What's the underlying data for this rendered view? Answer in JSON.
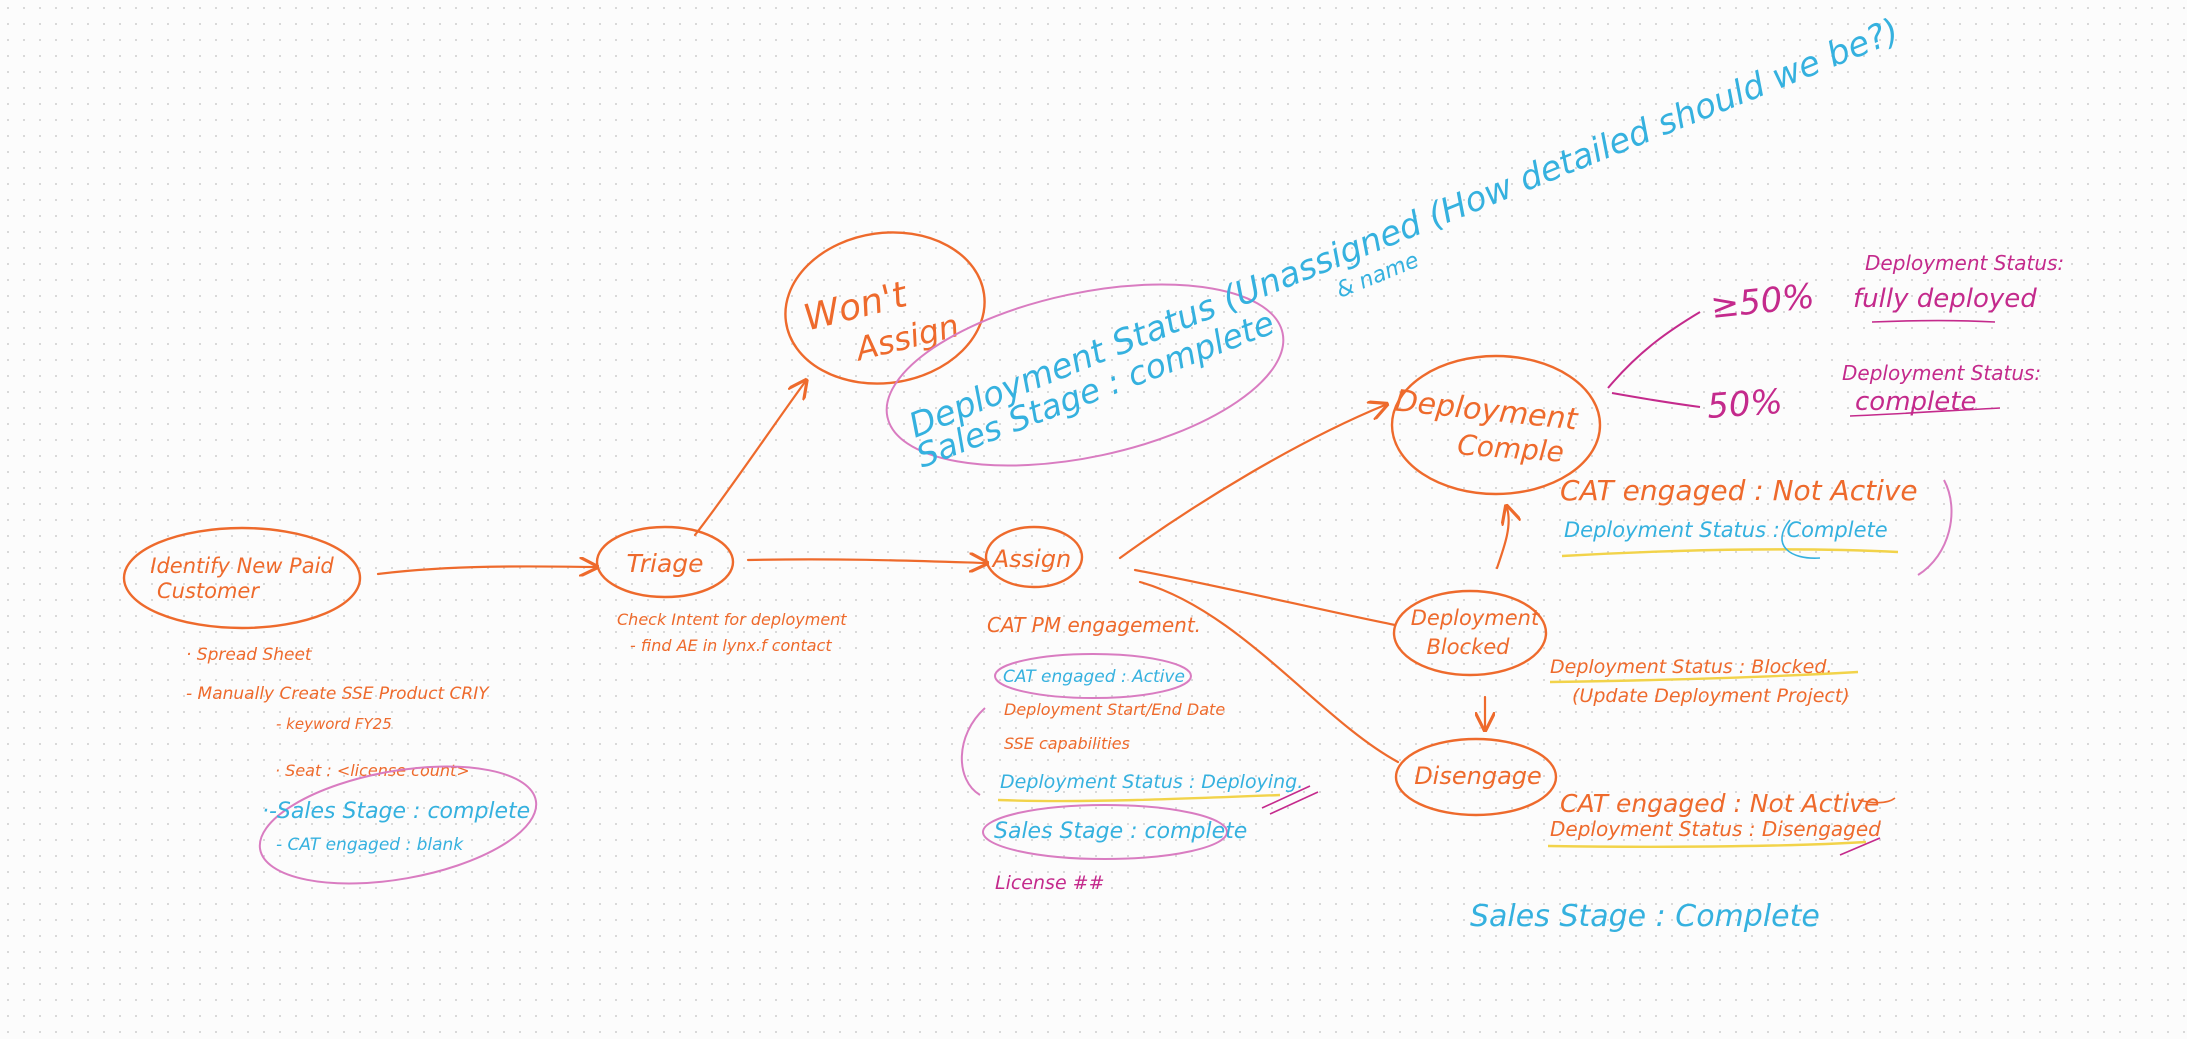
{
  "colors": {
    "orange": "#ee6a2c",
    "blue": "#35b1df",
    "pink": "#d97cc1",
    "magenta": "#c42a8c",
    "highlight": "#f2d34a"
  },
  "nodes": {
    "identify": {
      "line1": "Identify New Paid",
      "line2": "Customer"
    },
    "triage": {
      "label": "Triage"
    },
    "wont_assign": {
      "line1": "Won't",
      "line2": "Assign"
    },
    "assign": {
      "label": "Assign"
    },
    "deploy_complete": {
      "line1": "Deployment",
      "line2": "Comple"
    },
    "deploy_blocked": {
      "line1": "Deployment",
      "line2": "Blocked"
    },
    "disengage": {
      "label": "Disengage"
    }
  },
  "notes": {
    "identify": [
      "· Spread Sheet",
      "- Manually Create SSE Product CRIY",
      "- keyword FY25",
      "· Seat : <license count>"
    ],
    "identify_sales": "·-Sales Stage : complete",
    "identify_cat": "- CAT engaged : blank",
    "triage": [
      "Check Intent for deployment",
      "- find AE in lynx.f contact"
    ],
    "assign_title": "CAT PM engagement.",
    "assign_cat": "CAT engaged : Active",
    "assign_dates": "Deployment Start/End Date",
    "assign_ssl": "SSE capabilities",
    "assign_status": "Deployment Status : Deploying.",
    "assign_sales": "Sales Stage : complete",
    "assign_license": "License ##",
    "wont_assign_note": {
      "line1": "Deployment Status (Unassigned (How detailed should we be?)",
      "line2": "& name",
      "line3": "Sales Stage : complete"
    },
    "complete_cat": "CAT engaged : Not Active",
    "complete_status": "Deployment Status : Complete",
    "pct_high": "≥50%",
    "pct_low": "50%",
    "pct_high_status": {
      "line1": "Deployment Status:",
      "line2": "fully deployed"
    },
    "pct_low_status": {
      "line1": "Deployment Status:",
      "line2": "complete"
    },
    "blocked_status": "Deployment Status : Blocked.",
    "blocked_update": "(Update Deployment Project)",
    "disengage_cat": "CAT engaged : Not Active",
    "disengage_status": "Deployment Status : Disengaged",
    "disengage_sales": "Sales Stage : Complete"
  }
}
